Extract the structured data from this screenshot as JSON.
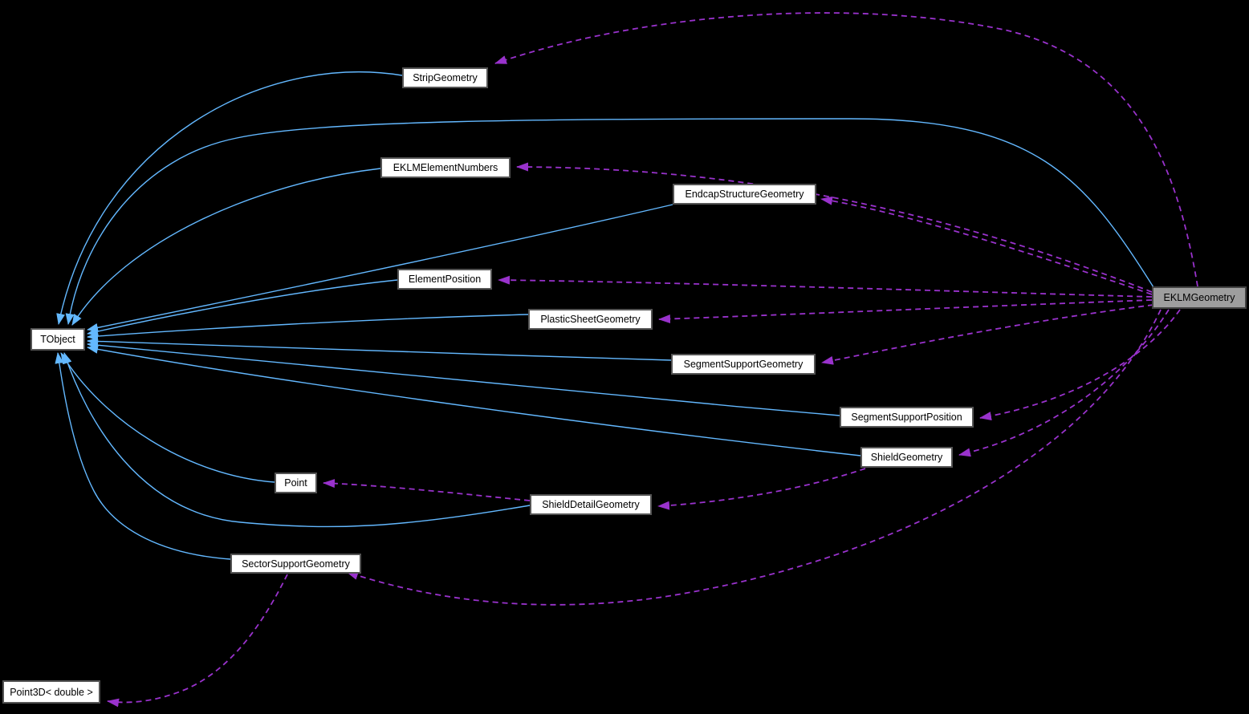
{
  "diagram": {
    "type": "class-collaboration-graph",
    "highlighted_node": "EKLMGeometry",
    "nodes": {
      "tobject": {
        "label": "TObject"
      },
      "strip_geometry": {
        "label": "StripGeometry"
      },
      "eklm_element_numbers": {
        "label": "EKLMElementNumbers"
      },
      "endcap_structure_geometry": {
        "label": "EndcapStructureGeometry"
      },
      "element_position": {
        "label": "ElementPosition"
      },
      "plastic_sheet_geometry": {
        "label": "PlasticSheetGeometry"
      },
      "segment_support_geometry": {
        "label": "SegmentSupportGeometry"
      },
      "segment_support_position": {
        "label": "SegmentSupportPosition"
      },
      "shield_geometry": {
        "label": "ShieldGeometry"
      },
      "point": {
        "label": "Point"
      },
      "shield_detail_geometry": {
        "label": "ShieldDetailGeometry"
      },
      "sector_support_geometry": {
        "label": "SectorSupportGeometry"
      },
      "point3d_double": {
        "label": "Point3D< double >"
      },
      "eklm_geometry": {
        "label": "EKLMGeometry"
      }
    },
    "colors": {
      "background": "#000000",
      "inheritance_edge": "#63b8ff",
      "usage_edge": "#9932cc",
      "node_fill": "#ffffff",
      "node_border": "#545454",
      "highlight_node_fill": "#9e9e9e",
      "node_text": "#000000"
    },
    "edges": {
      "inheritance_solid_blue_arrow_to_base": [
        [
          "StripGeometry",
          "TObject"
        ],
        [
          "EKLMElementNumbers",
          "TObject"
        ],
        [
          "EndcapStructureGeometry",
          "TObject"
        ],
        [
          "ElementPosition",
          "TObject"
        ],
        [
          "PlasticSheetGeometry",
          "TObject"
        ],
        [
          "SegmentSupportGeometry",
          "TObject"
        ],
        [
          "SegmentSupportPosition",
          "TObject"
        ],
        [
          "ShieldGeometry",
          "TObject"
        ],
        [
          "Point",
          "TObject"
        ],
        [
          "ShieldDetailGeometry",
          "TObject"
        ],
        [
          "SectorSupportGeometry",
          "TObject"
        ],
        [
          "EKLMGeometry",
          "TObject"
        ]
      ],
      "usage_dashed_purple_arrow_to_used": [
        [
          "EKLMGeometry",
          "StripGeometry"
        ],
        [
          "EKLMGeometry",
          "EKLMElementNumbers"
        ],
        [
          "EKLMGeometry",
          "EndcapStructureGeometry"
        ],
        [
          "EKLMGeometry",
          "ElementPosition"
        ],
        [
          "EKLMGeometry",
          "PlasticSheetGeometry"
        ],
        [
          "EKLMGeometry",
          "SegmentSupportGeometry"
        ],
        [
          "EKLMGeometry",
          "SegmentSupportPosition"
        ],
        [
          "EKLMGeometry",
          "ShieldGeometry"
        ],
        [
          "EKLMGeometry",
          "SectorSupportGeometry"
        ],
        [
          "ShieldGeometry",
          "ShieldDetailGeometry"
        ],
        [
          "ShieldDetailGeometry",
          "Point"
        ],
        [
          "SectorSupportGeometry",
          "Point3D< double >"
        ]
      ]
    }
  }
}
